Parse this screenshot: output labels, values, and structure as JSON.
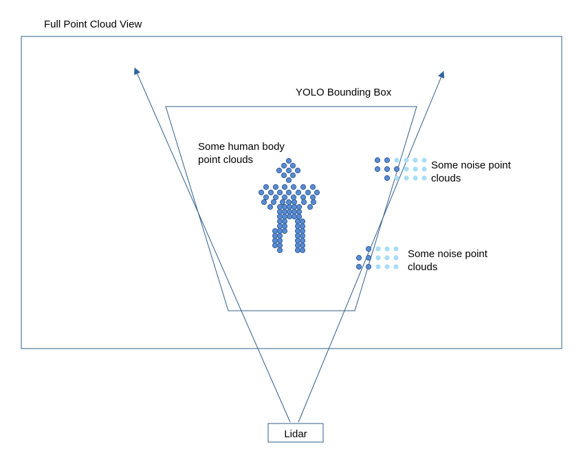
{
  "labels": {
    "view_title": "Full Point Cloud View",
    "bbox_title": "YOLO Bounding Box",
    "human_line1": "Some human body",
    "human_line2": "point clouds",
    "noise1_line1": "Some noise point",
    "noise1_line2": "clouds",
    "noise2_line1": "Some noise point",
    "noise2_line2": "clouds",
    "lidar": "Lidar"
  },
  "colors": {
    "frame_stroke": "#2E5C8A",
    "arrow": "#2E64A0",
    "point_dark_fill": "#5B8BCF",
    "point_dark_stroke": "#2F5E9E",
    "point_light_fill": "#A9DDF5"
  }
}
